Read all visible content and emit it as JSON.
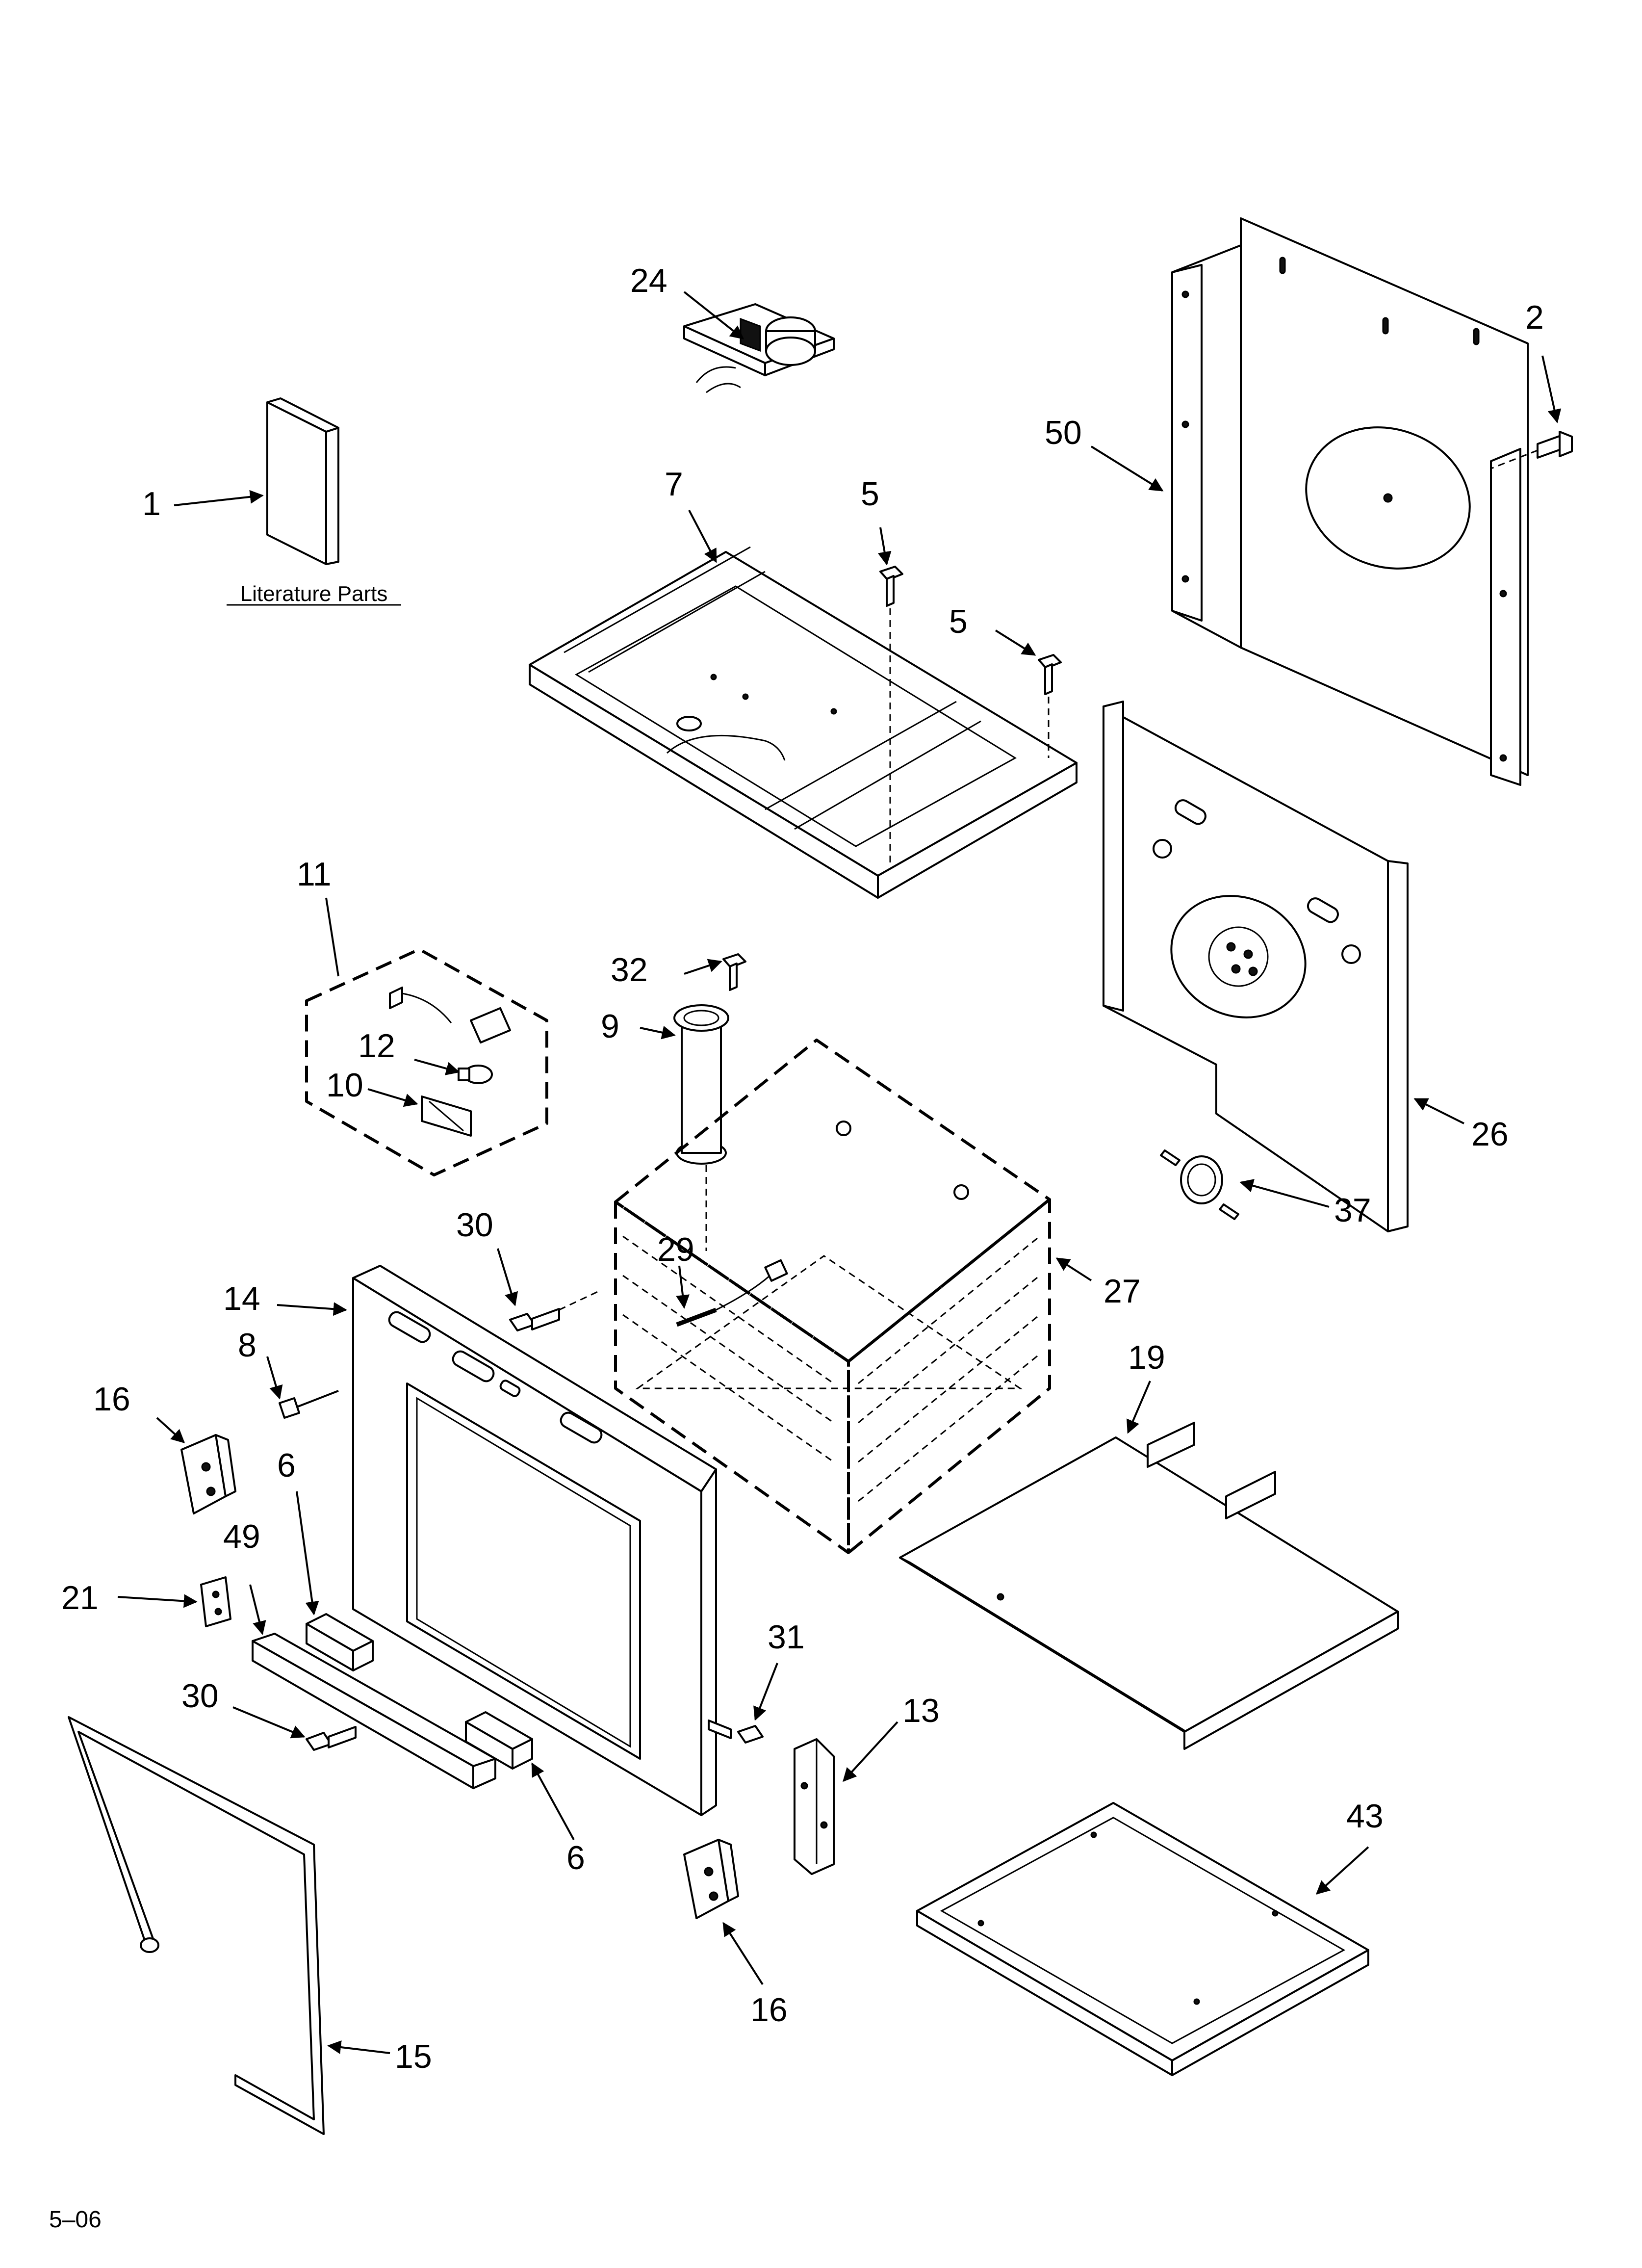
{
  "literature": {
    "label": "Literature Parts"
  },
  "callouts": [
    {
      "id": "c1",
      "label": "1"
    },
    {
      "id": "c2",
      "label": "2"
    },
    {
      "id": "c5a",
      "label": "5"
    },
    {
      "id": "c5b",
      "label": "5"
    },
    {
      "id": "c6a",
      "label": "6"
    },
    {
      "id": "c6b",
      "label": "6"
    },
    {
      "id": "c7",
      "label": "7"
    },
    {
      "id": "c8",
      "label": "8"
    },
    {
      "id": "c9",
      "label": "9"
    },
    {
      "id": "c10",
      "label": "10"
    },
    {
      "id": "c11",
      "label": "11"
    },
    {
      "id": "c12",
      "label": "12"
    },
    {
      "id": "c13",
      "label": "13"
    },
    {
      "id": "c14",
      "label": "14"
    },
    {
      "id": "c15",
      "label": "15"
    },
    {
      "id": "c16a",
      "label": "16"
    },
    {
      "id": "c16b",
      "label": "16"
    },
    {
      "id": "c19",
      "label": "19"
    },
    {
      "id": "c21",
      "label": "21"
    },
    {
      "id": "c24",
      "label": "24"
    },
    {
      "id": "c26",
      "label": "26"
    },
    {
      "id": "c27",
      "label": "27"
    },
    {
      "id": "c29",
      "label": "29"
    },
    {
      "id": "c30a",
      "label": "30"
    },
    {
      "id": "c30b",
      "label": "30"
    },
    {
      "id": "c31",
      "label": "31"
    },
    {
      "id": "c32",
      "label": "32"
    },
    {
      "id": "c37",
      "label": "37"
    },
    {
      "id": "c43",
      "label": "43"
    },
    {
      "id": "c49",
      "label": "49"
    },
    {
      "id": "c50",
      "label": "50"
    }
  ],
  "footer": {
    "code": "5–06"
  }
}
